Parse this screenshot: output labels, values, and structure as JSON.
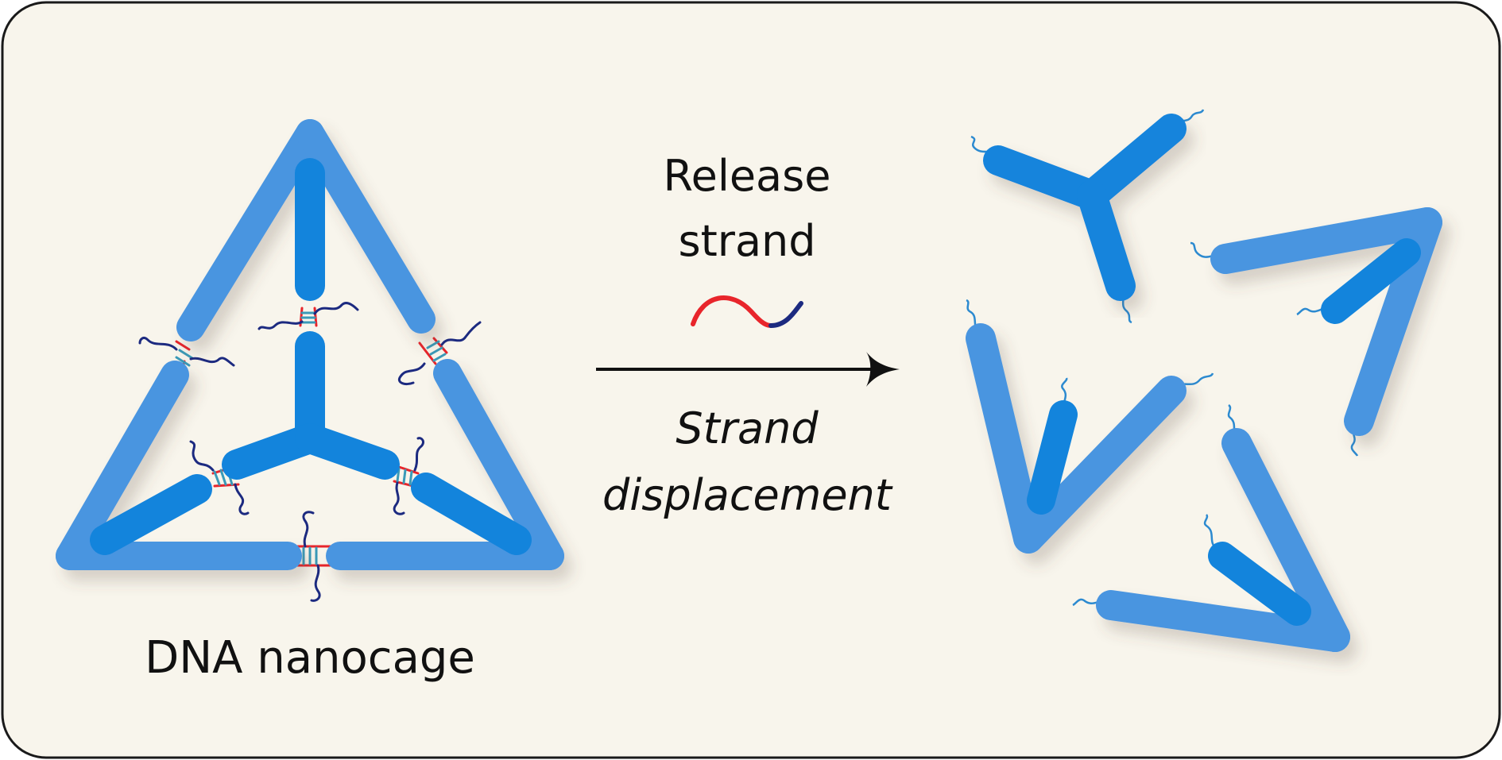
{
  "colors": {
    "background": "#f8f5ec",
    "frame": "#1a1a1a",
    "rod_light": "#4a95e0",
    "rod_dark": "#1384dc",
    "linker_red": "#e8252b",
    "linker_teal": "#3a9ab8",
    "strand_navy": "#1c2a80",
    "strand_blue": "#2c8ad0",
    "arrow": "#111111"
  },
  "labels": {
    "nanocage": "DNA nanocage",
    "release_line1": "Release",
    "release_line2": "strand",
    "process_line1": "Strand",
    "process_line2": "displacement"
  },
  "icons": {
    "release_strand": "release-strand-icon",
    "arrow": "right-arrow-icon"
  }
}
